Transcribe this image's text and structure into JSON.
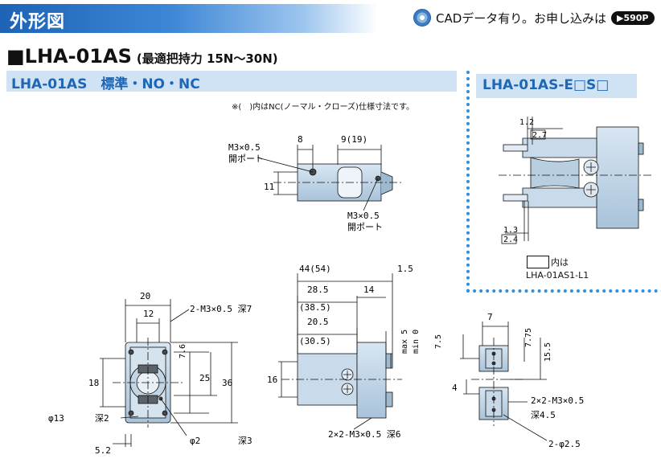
{
  "header": {
    "section_title": "外形図",
    "cad_text": "CADデータ有り。お申し込みは",
    "page_ref": "590P",
    "icon": "cd-icon"
  },
  "model": {
    "name": "■LHA-01AS",
    "grip_force": "(最適把持力 15N〜30N)"
  },
  "standard_title": "LHA-01AS　標準・NO・NC",
  "note": "※(　)内はNC(ノーマル・クローズ)仕様寸法です。",
  "option": {
    "title": "LHA-01AS-E□S□",
    "legend_suffix": "内は",
    "legend_model": "LHA-01AS1-L1",
    "dims": [
      "1.2",
      "2.7",
      "1.3",
      "2.4"
    ]
  },
  "top_view": {
    "dims": [
      "8",
      "9(19)",
      "11"
    ],
    "port1": [
      "M3×0.5",
      "開ポート"
    ],
    "port2": [
      "M3×0.5",
      "開ポート"
    ]
  },
  "front_view": {
    "dims": [
      "20",
      "12",
      "18",
      "25",
      "36"
    ],
    "callouts": [
      "2-M3×0.5 深7",
      "7.6",
      "φ13",
      "深2",
      "φ2",
      "深3",
      "5.2"
    ]
  },
  "side_view": {
    "dims": [
      "44(54)",
      "1.5",
      "28.5",
      "14",
      "(38.5)",
      "20.5",
      "(30.5)",
      "16",
      "max 5",
      "min 0"
    ],
    "callout": "2×2-M3×0.5 深6"
  },
  "end_view": {
    "dims": [
      "7",
      "7.5",
      "7.75",
      "15.5",
      "4"
    ],
    "callouts": [
      "2×2-M3×0.5",
      "深4.5",
      "2-φ2.5"
    ]
  }
}
